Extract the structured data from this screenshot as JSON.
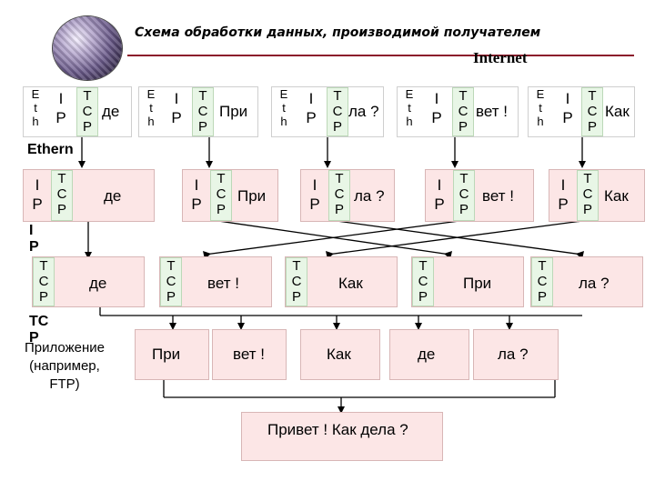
{
  "title": "Схема обработки данных, производимой получателем",
  "internet_label": "Internet",
  "ethernet_label": "Ethern",
  "ip_label": "I\nP",
  "tcp_label": "TC\nP",
  "app_label": "Приложение\n(например,\nFTP)",
  "e_glyphs": "E\nt\nh",
  "ip_glyphs": "I\nP",
  "tcp_glyphs": "T\nC\nP",
  "ethernet_frames": [
    "де",
    "При",
    "ла ?",
    "вет !",
    "Как"
  ],
  "ip_packets": [
    "де",
    "При",
    "ла ?",
    "вет !",
    "Как"
  ],
  "tcp_segments": [
    "де",
    "вет !",
    "Как",
    "При",
    "ла ?"
  ],
  "app_fragments": [
    "При",
    "вет !",
    "Как",
    "де",
    "ла ?"
  ],
  "result": "Привет ! Как дела ?",
  "colors": {
    "pink": "#fce6e6",
    "green": "#e8f6e6",
    "accent": "#8b1a2b"
  }
}
